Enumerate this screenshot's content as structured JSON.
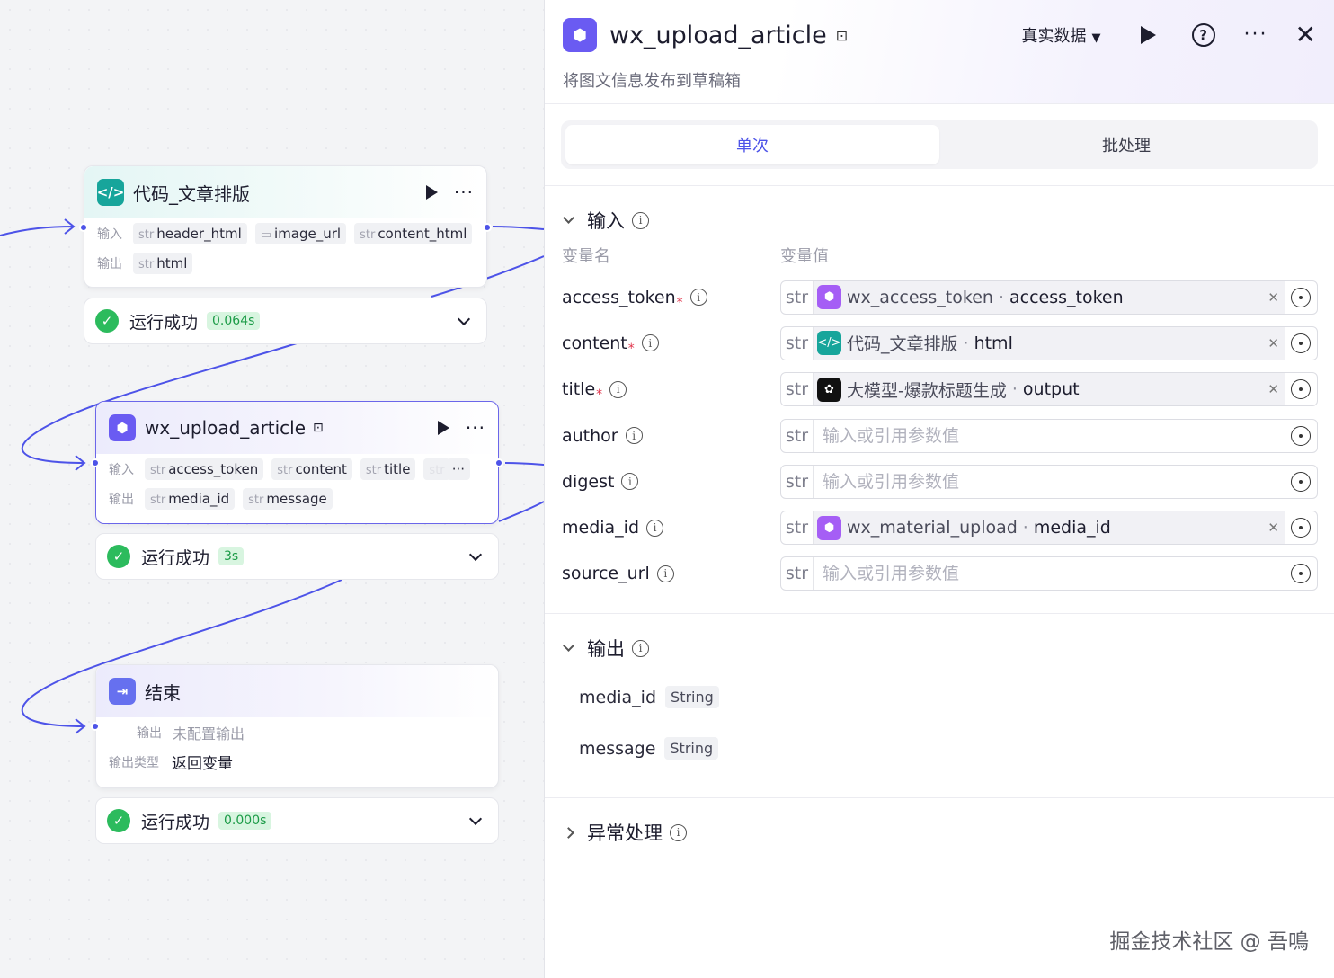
{
  "canvas": {
    "nodes": {
      "code": {
        "title": "代码_文章排版",
        "input_label": "输入",
        "output_label": "输出",
        "inputs": [
          {
            "type": "str",
            "name": "header_html"
          },
          {
            "type": "img",
            "name": "image_url"
          },
          {
            "type": "str",
            "name": "content_html"
          }
        ],
        "outputs": [
          {
            "type": "str",
            "name": "html"
          }
        ],
        "status": "运行成功",
        "time": "0.064s"
      },
      "plugin": {
        "title": "wx_upload_article",
        "input_label": "输入",
        "output_label": "输出",
        "inputs": [
          {
            "type": "str",
            "name": "access_token"
          },
          {
            "type": "str",
            "name": "content"
          },
          {
            "type": "str",
            "name": "title"
          },
          {
            "type": "str",
            "name": ""
          }
        ],
        "more": "···",
        "outputs": [
          {
            "type": "str",
            "name": "media_id"
          },
          {
            "type": "str",
            "name": "message"
          }
        ],
        "status": "运行成功",
        "time": "3s"
      },
      "end": {
        "title": "结束",
        "output_label": "输出",
        "output_value": "未配置输出",
        "type_label": "输出类型",
        "type_value": "返回变量",
        "status": "运行成功",
        "time": "0.000s"
      }
    }
  },
  "panel": {
    "title": "wx_upload_article",
    "description": "将图文信息发布到草稿箱",
    "mode": "真实数据",
    "tabs": [
      {
        "label": "单次",
        "active": true
      },
      {
        "label": "批处理",
        "active": false
      }
    ],
    "input_section": {
      "title": "输入",
      "col_name": "变量名",
      "col_value": "变量值",
      "params": [
        {
          "name": "access_token",
          "required": true,
          "type": "str",
          "ref": {
            "icon": "plug",
            "node": "wx_access_token",
            "var": "access_token"
          }
        },
        {
          "name": "content",
          "required": true,
          "type": "str",
          "ref": {
            "icon": "code",
            "node": "代码_文章排版",
            "var": "html"
          }
        },
        {
          "name": "title",
          "required": true,
          "type": "str",
          "ref": {
            "icon": "llm",
            "node": "大模型-爆款标题生成",
            "var": "output"
          }
        },
        {
          "name": "author",
          "required": false,
          "type": "str",
          "placeholder": "输入或引用参数值"
        },
        {
          "name": "digest",
          "required": false,
          "type": "str",
          "placeholder": "输入或引用参数值"
        },
        {
          "name": "media_id",
          "required": false,
          "type": "str",
          "ref": {
            "icon": "plug",
            "node": "wx_material_upload",
            "var": "media_id"
          }
        },
        {
          "name": "source_url",
          "required": false,
          "type": "str",
          "placeholder": "输入或引用参数值"
        }
      ]
    },
    "output_section": {
      "title": "输出",
      "outputs": [
        {
          "name": "media_id",
          "type": "String"
        },
        {
          "name": "message",
          "type": "String"
        }
      ]
    },
    "exception_section": {
      "title": "异常处理"
    }
  },
  "watermark": "掘金技术社区 @ 吾鳴",
  "colors": {
    "accent": "#4d53e8",
    "success": "#2cbb5d",
    "code_node": "#17a59b",
    "plugin_node": "#6a5bf2"
  }
}
